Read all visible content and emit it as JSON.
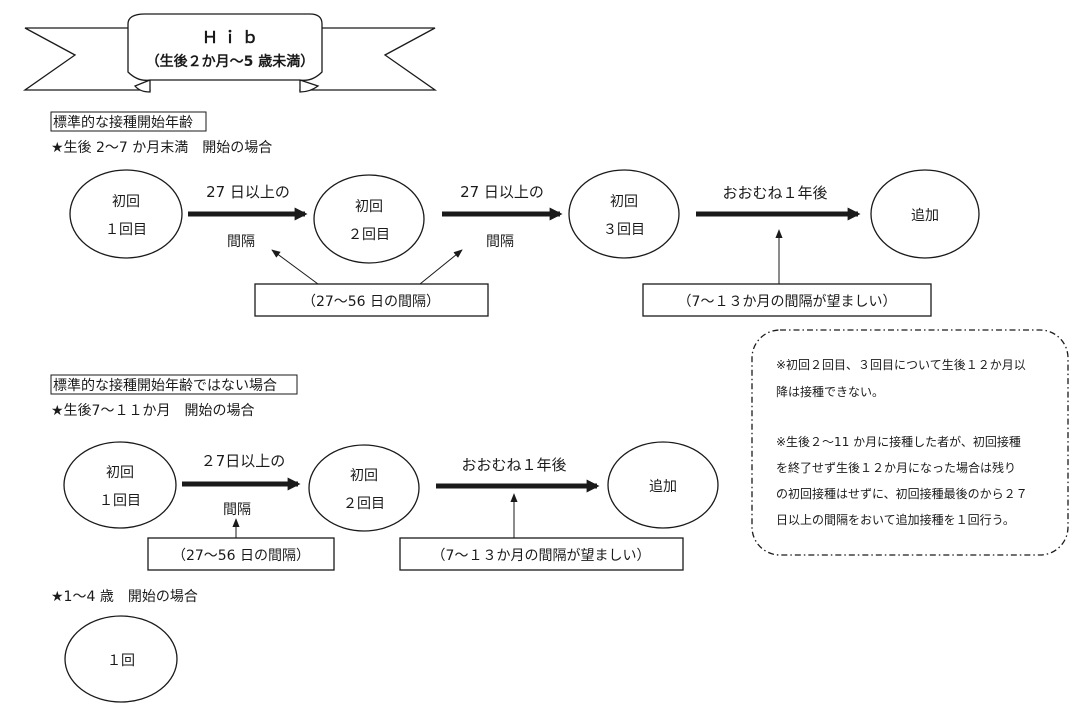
{
  "banner": {
    "title": "Ｈｉｂ",
    "subtitle": "（生後２か月～5 歳未満）"
  },
  "section1": {
    "heading": "標準的な接種開始年齢",
    "subheading": "★生後 2～7 か月末満　開始の場合",
    "node1": [
      "初回",
      "１回目"
    ],
    "node2": [
      "初回",
      "２回目"
    ],
    "node3": [
      "初回",
      "３回目"
    ],
    "node4": "追加",
    "arrow1": [
      "27 日以上の",
      "間隔"
    ],
    "arrow2": [
      "27 日以上の",
      "間隔"
    ],
    "arrow3": "おおむね１年後",
    "box1": "（27～56 日の間隔）",
    "box2": "（7～１３か月の間隔が望ましい）"
  },
  "section2": {
    "heading": "標準的な接種開始年齢ではない場合",
    "subheading": "★生後7～１１か月　開始の場合",
    "node1": [
      "初回",
      "１回目"
    ],
    "node2": [
      "初回",
      "２回目"
    ],
    "node3": "追加",
    "arrow1": [
      "２7日以上の",
      "間隔"
    ],
    "arrow2": "おおむね１年後",
    "box1": "（27～56 日の間隔）",
    "box2": "（7～１３か月の間隔が望ましい）"
  },
  "section3": {
    "subheading": "★1～4 歳　開始の場合",
    "node1": "１回"
  },
  "note": {
    "lines": [
      "※初回２回目、３回目について生後１２か月以",
      "降は接種できない。",
      "※生後２～11 か月に接種した者が、初回接種",
      "を終了せず生後１２か月になった場合は残り",
      "の初回接種はせずに、初回接種最後のから２７",
      "日以上の間隔をおいて追加接種を１回行う。"
    ]
  }
}
